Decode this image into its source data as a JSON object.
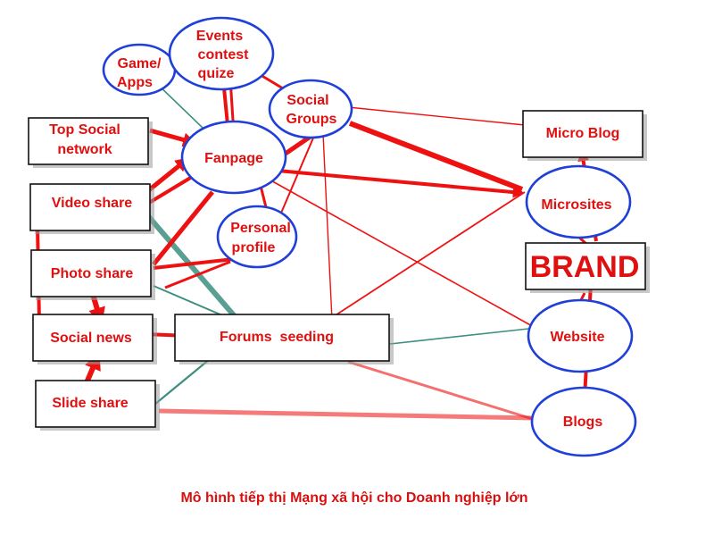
{
  "nodes": {
    "game_apps": [
      "Game/",
      "Apps"
    ],
    "events": [
      "Events",
      "contest",
      "quize"
    ],
    "social_groups": [
      "Social",
      "Groups"
    ],
    "top_social": [
      "Top Social",
      "network"
    ],
    "fanpage": "Fanpage",
    "video_share": "Video share",
    "personal_profile": [
      "Personal",
      "profile"
    ],
    "photo_share": "Photo share",
    "social_news": "Social news",
    "forums": "Forums  seeding",
    "slide_share": "Slide share",
    "micro_blog": "Micro Blog",
    "microsites": "Microsites",
    "brand": "BRAND",
    "website": "Website",
    "blogs": "Blogs"
  },
  "caption": "Mô hình tiếp thị Mạng xã hội cho Doanh nghiệp lớn",
  "colors": {
    "label": "#e01010",
    "ellipse_border": "#1f3fd8",
    "box_border": "#111111",
    "arrow_red": "#ee1111",
    "line_teal": "#3d8f7f"
  }
}
